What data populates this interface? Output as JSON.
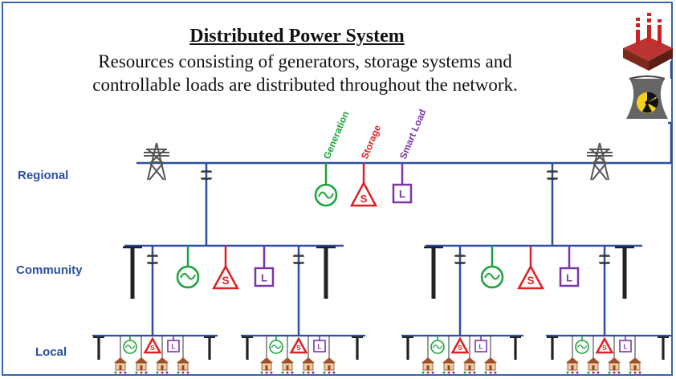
{
  "title": "Distributed Power System",
  "subtitle_lines": [
    "Resources consisting of generators, storage systems and",
    "controllable loads are distributed throughout the network."
  ],
  "levels": {
    "regional": "Regional",
    "community": "Community",
    "local": "Local"
  },
  "resource_labels": {
    "generation": "Generation",
    "storage": "Storage",
    "smart_load": "Smart Load"
  },
  "symbol_letters": {
    "storage": "S",
    "load": "L"
  },
  "colors": {
    "bus": "#2b4ea0",
    "generation": "#1aa43a",
    "storage": "#e02020",
    "load": "#7a35a8",
    "level_text": "#2b4ea0"
  },
  "icons": [
    "factory-icon",
    "nuclear-plant-icon",
    "transmission-tower-icon",
    "transformer-icon",
    "utility-pole-icon",
    "house-icon"
  ]
}
